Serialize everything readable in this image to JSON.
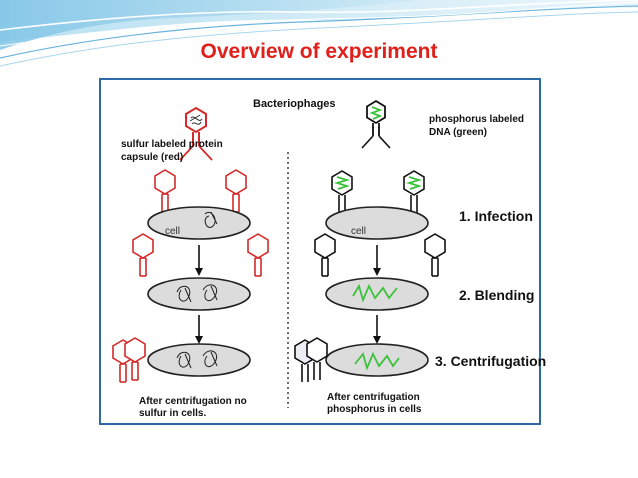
{
  "slide": {
    "title": "Overview of experiment",
    "title_color": "#e0201b"
  },
  "diagram": {
    "header": "Bacteriophages",
    "left_label_line1": "sulfur labeled protein",
    "left_label_line2": "capsule (red)",
    "right_label_line1": "phosphorus labeled",
    "right_label_line2": "DNA  (green)",
    "cell_label_left": "cell",
    "cell_label_right": "cell",
    "step1": "1. Infection",
    "step2": "2. Blending",
    "step3": "3. Centrifugation",
    "left_result_line1": "After centrifugation no",
    "left_result_line2": "sulfur in cells.",
    "right_result_line1": "After centrifugation",
    "right_result_line2": "phosphorus in cells",
    "colors": {
      "protein_red": "#d42a2a",
      "dna_green": "#3cc23c",
      "cell_fill": "#dcdcdc",
      "frame_border": "#2e6aa8",
      "divider": "#222222"
    }
  }
}
